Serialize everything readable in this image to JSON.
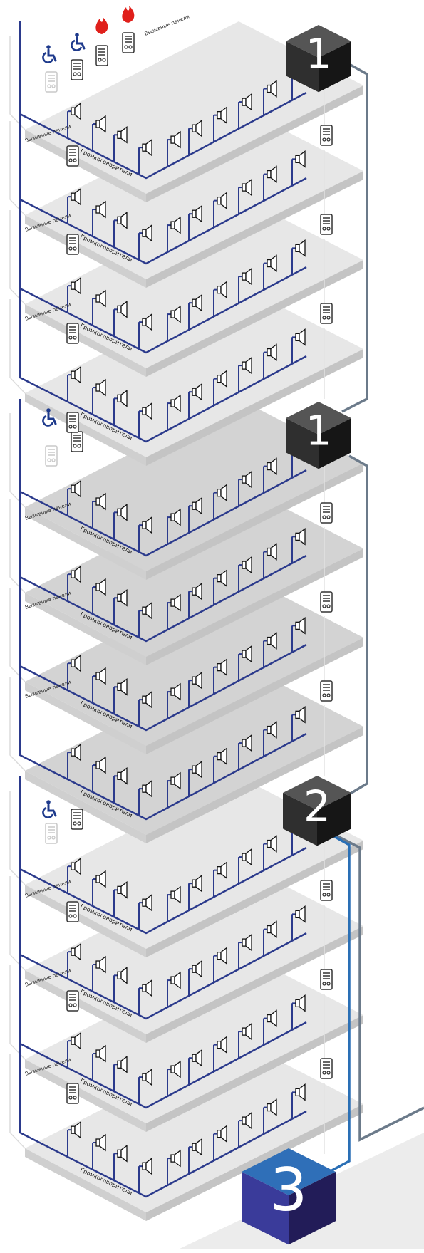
{
  "labels": {
    "speakers": "Громкоговорители",
    "call_panels": "Вызывные панели",
    "top_call_panels": "Вызывные панели"
  },
  "cubes": [
    {
      "number": "1",
      "color": "dark"
    },
    {
      "number": "1",
      "color": "dark"
    },
    {
      "number": "2",
      "color": "dark"
    },
    {
      "number": "3",
      "color": "blue"
    }
  ],
  "colors": {
    "speaker_line": "#2b3a8c",
    "trunk_line": "#6b7a8a",
    "blue_line": "#2a6fb5",
    "fire": "#e0201b",
    "accessibility": "#1e3a8c",
    "cube_dark_top": "#555555",
    "cube_dark_left": "#2f2f2f",
    "cube_dark_right": "#161616",
    "cube_blue_top": "#2f6fb8",
    "cube_blue_left": "#3a3b9a",
    "cube_blue_right": "#221c58",
    "slab_top": "#e7e7e7",
    "slab_top_dark": "#d3d3d3",
    "slab_edge": "#c4c4c4"
  },
  "icons": {
    "accessibility": "wheelchair-icon",
    "fire": "fire-icon",
    "call_panel": "intercom-panel-icon",
    "speaker": "loudspeaker-icon"
  }
}
